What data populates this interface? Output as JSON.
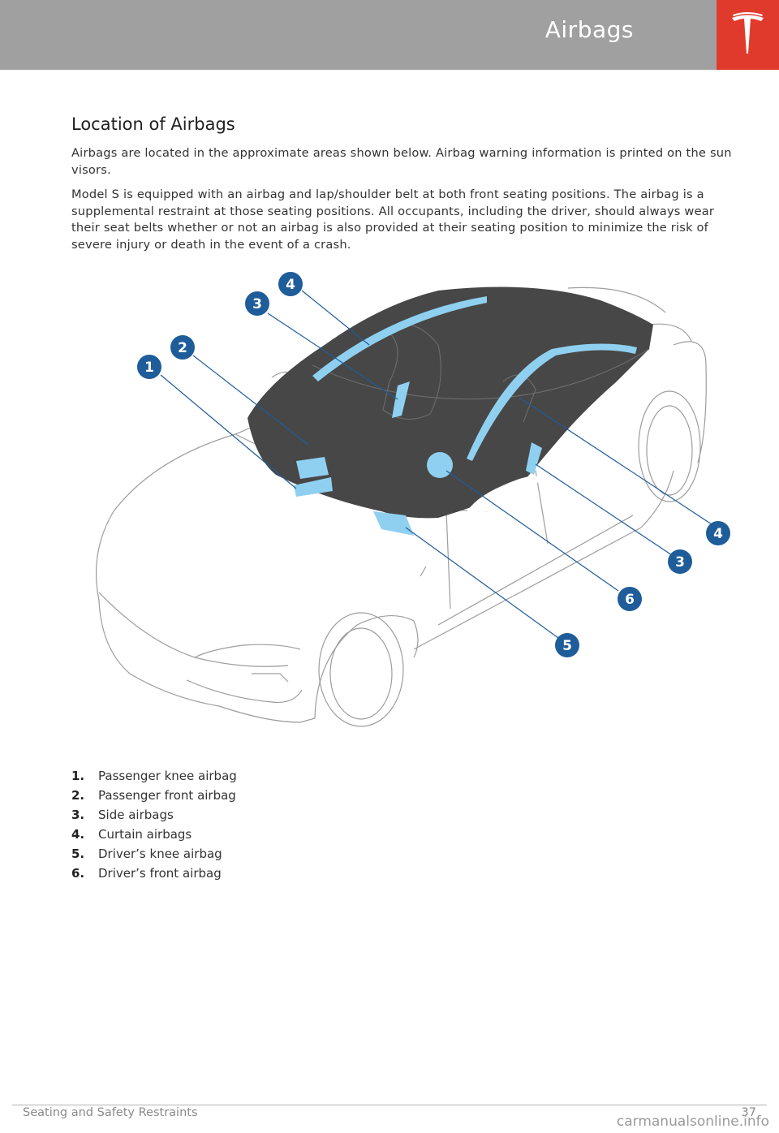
{
  "header": {
    "title": "Airbags",
    "logo": "tesla-logo-icon"
  },
  "section": {
    "title": "Location of Airbags",
    "paragraphs": [
      "Airbags are located in the approximate areas shown below. Airbag warning information is printed on the sun visors.",
      "Model S is equipped with an airbag and lap/shoulder belt at both front seating positions. The airbag is a supplemental restraint at those seating positions. All occupants, including the driver, should always wear their seat belts whether or not an airbag is also provided at their seating position to minimize the risk of severe injury or death in the event of a crash."
    ]
  },
  "figure": {
    "callouts": [
      "1",
      "2",
      "3",
      "4",
      "4",
      "3",
      "6",
      "5"
    ],
    "colors": {
      "airbag": "#8fd0f0",
      "callout": "#1f5c9a",
      "glass": "#474747"
    }
  },
  "legend": [
    {
      "num": "1.",
      "label": "Passenger knee airbag"
    },
    {
      "num": "2.",
      "label": "Passenger front airbag"
    },
    {
      "num": "3.",
      "label": "Side airbags"
    },
    {
      "num": "4.",
      "label": "Curtain airbags"
    },
    {
      "num": "5.",
      "label": "Driver’s knee airbag"
    },
    {
      "num": "6.",
      "label": "Driver’s front airbag"
    }
  ],
  "footer": {
    "section": "Seating and Safety Restraints",
    "page": "37",
    "watermark": "carmanualsonline.info"
  },
  "colors": {
    "header": "#a0a0a0",
    "logo_bg": "#e03a2d"
  }
}
